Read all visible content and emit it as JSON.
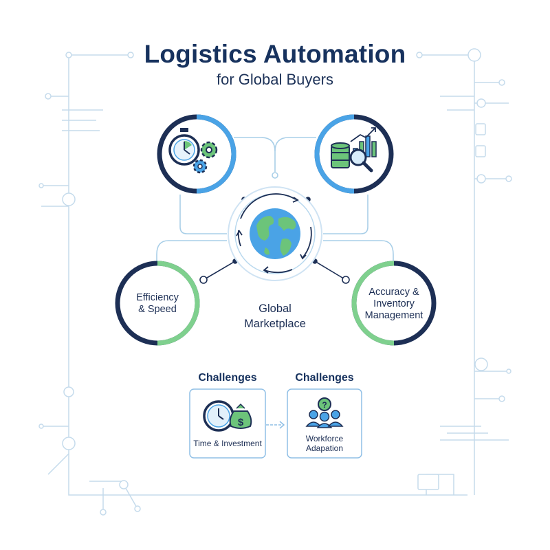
{
  "header": {
    "title": "Logistics Automation",
    "subtitle": "for Global Buyers"
  },
  "diagram": {
    "center": {
      "line1": "Global",
      "line2": "Marketplace",
      "icon": "globe-icon"
    },
    "nodes": {
      "efficiency": {
        "line1": "Efficiency",
        "line2": "& Speed"
      },
      "accuracy": {
        "line1": "Accuracy &",
        "line2": "Inventory",
        "line3": "Management"
      },
      "timer_gears": {
        "icon": "stopwatch-gears-icon"
      },
      "data_analytics": {
        "icon": "database-magnifier-chart-icon"
      }
    }
  },
  "challenges": {
    "left_heading": "Challenges",
    "right_heading": "Challenges",
    "cards": {
      "time": {
        "label": "Time & Investment",
        "icon": "clock-money-bag-icon"
      },
      "workforce": {
        "line1": "Workforce",
        "line2": "Adapation",
        "icon": "people-question-icon"
      }
    }
  },
  "colors": {
    "navy": "#17325e",
    "light_blue": "#4aa3e6",
    "green": "#7fd08e",
    "circuit": "#bcd6ea"
  }
}
